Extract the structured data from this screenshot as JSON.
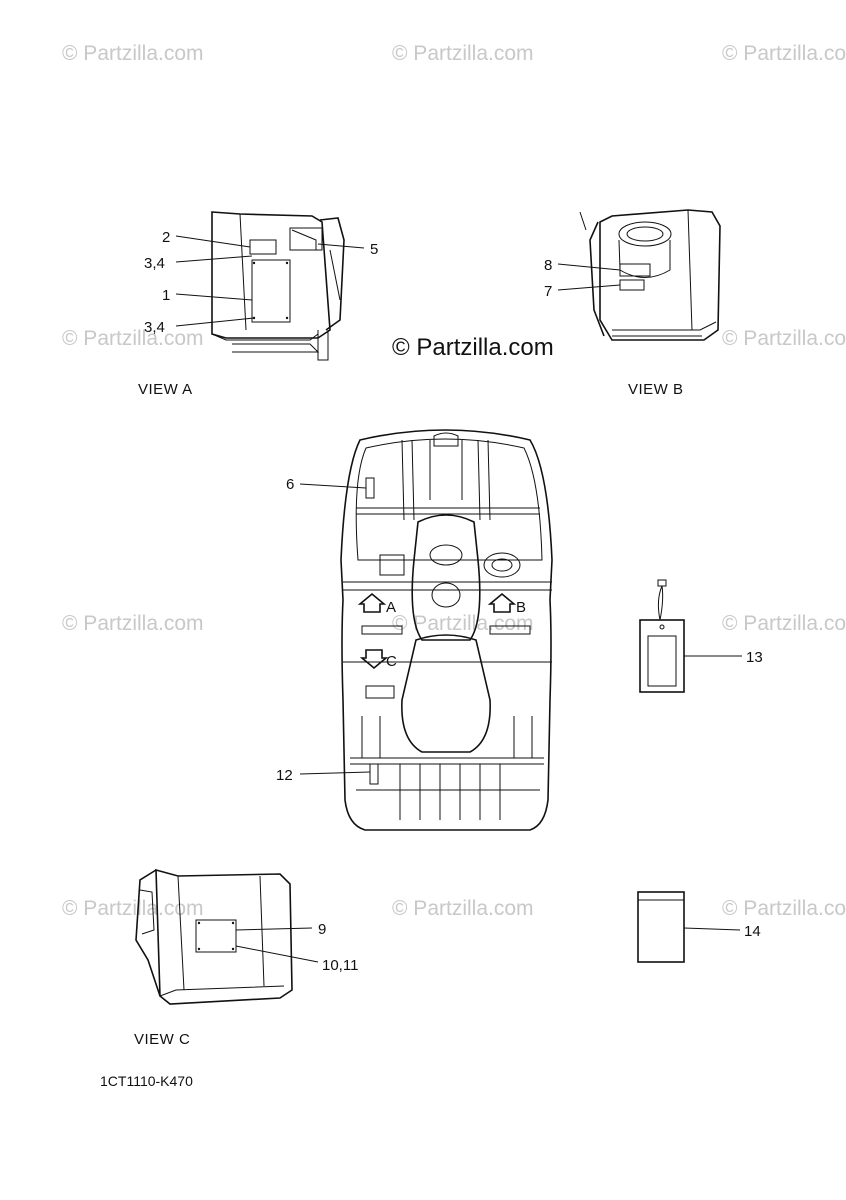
{
  "watermark": {
    "text": "© Partzilla.com",
    "center_text": "© Partzilla.com"
  },
  "callouts": {
    "c1": "1",
    "c2": "2",
    "c3a": "3,4",
    "c3b": "3,4",
    "c5": "5",
    "c6": "6",
    "c7": "7",
    "c8": "8",
    "c9": "9",
    "c10": "10,11",
    "c12": "12",
    "c13": "13",
    "c14": "14"
  },
  "views": {
    "a": "VIEW A",
    "b": "VIEW B",
    "c": "VIEW C"
  },
  "arrows": {
    "a": "A",
    "b": "B",
    "c": "C"
  },
  "diagram_code": "1CT1110-K470"
}
